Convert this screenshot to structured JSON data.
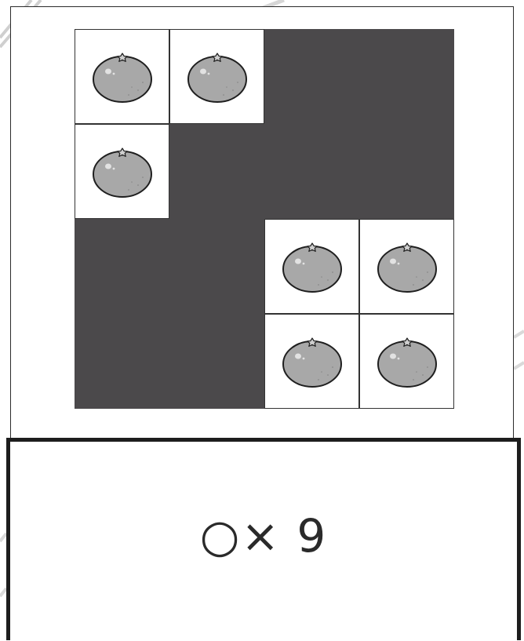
{
  "grid": {
    "rows": 4,
    "cols": 4,
    "cells": [
      [
        "orange",
        "orange",
        "empty",
        "empty"
      ],
      [
        "orange",
        "empty",
        "empty",
        "empty"
      ],
      [
        "empty",
        "empty",
        "orange",
        "orange"
      ],
      [
        "empty",
        "empty",
        "orange",
        "orange"
      ]
    ],
    "empty_color": "#4b494b",
    "icon": "orange-fruit-icon"
  },
  "answer": {
    "text": "○× 9"
  }
}
